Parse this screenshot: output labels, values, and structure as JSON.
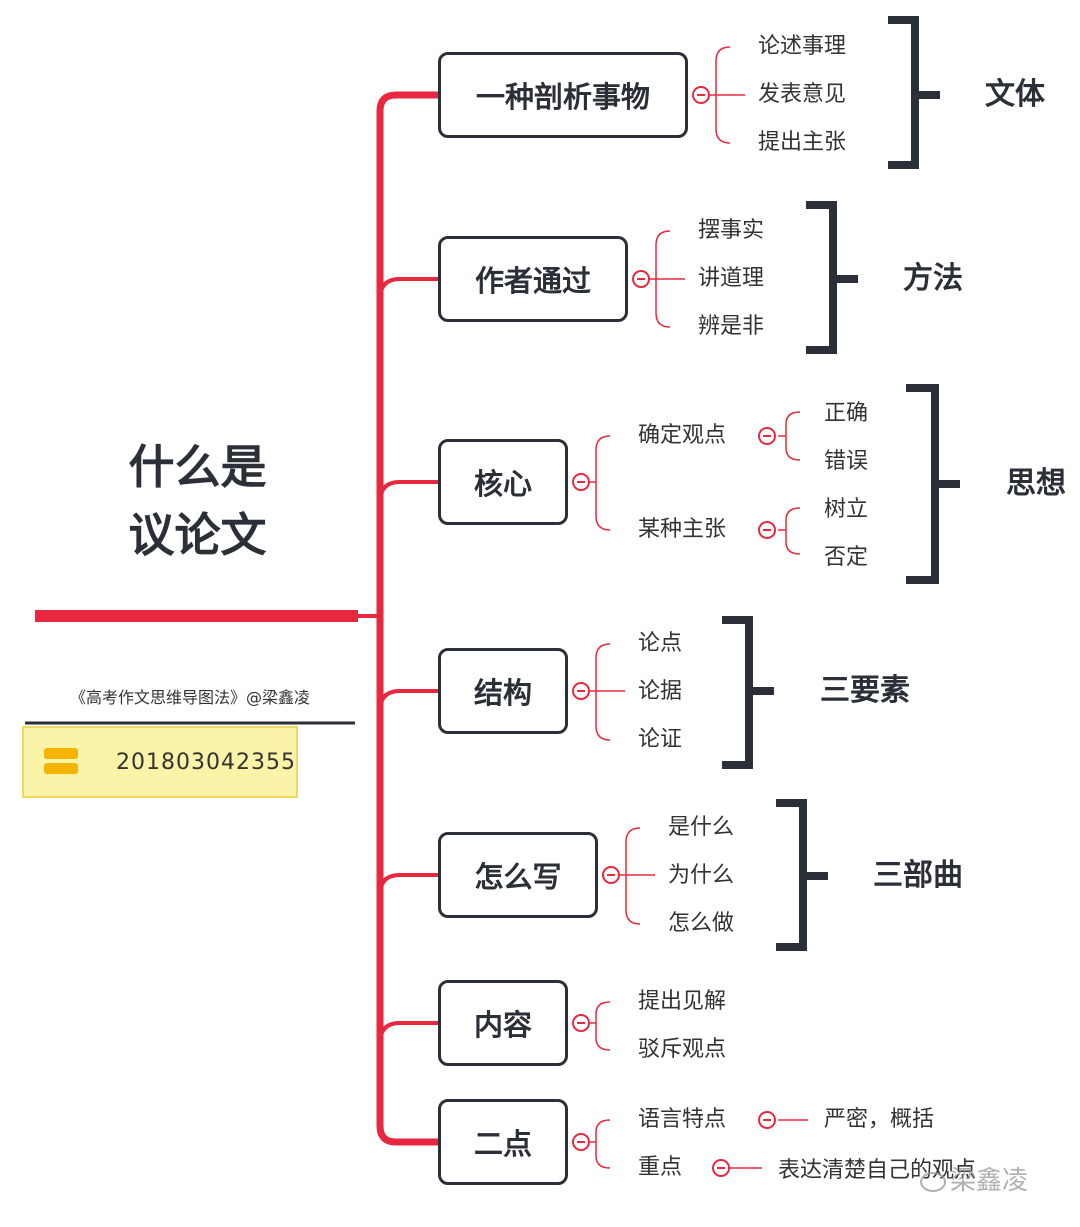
{
  "title": {
    "line1": "什么是",
    "line2": "议论文"
  },
  "source": "《高考作文思维导图法》@梁鑫凌",
  "stamp": {
    "id": "201803042355"
  },
  "watermark": "梁鑫凌",
  "colors": {
    "accent": "#e8283e",
    "dark": "#2b2f38",
    "stamp_bg": "#fbf3a7",
    "stamp_border": "#f0d961"
  },
  "branches": [
    {
      "label": "一种剖析事物",
      "children": [
        "论述事理",
        "发表意见",
        "提出主张"
      ],
      "category": "文体"
    },
    {
      "label": "作者通过",
      "children": [
        "摆事实",
        "讲道理",
        "辨是非"
      ],
      "category": "方法"
    },
    {
      "label": "核心",
      "groups": [
        {
          "label": "确定观点",
          "children": [
            "正确",
            "错误"
          ]
        },
        {
          "label": "某种主张",
          "children": [
            "树立",
            "否定"
          ]
        }
      ],
      "category": "思想"
    },
    {
      "label": "结构",
      "children": [
        "论点",
        "论据",
        "论证"
      ],
      "category": "三要素"
    },
    {
      "label": "怎么写",
      "children": [
        "是什么",
        "为什么",
        "怎么做"
      ],
      "category": "三部曲"
    },
    {
      "label": "内容",
      "children": [
        "提出见解",
        "驳斥观点"
      ]
    },
    {
      "label": "二点",
      "groups": [
        {
          "label": "语言特点",
          "children": [
            "严密，概括"
          ]
        },
        {
          "label": "重点",
          "children": [
            "表达清楚自己的观点"
          ]
        }
      ]
    }
  ]
}
